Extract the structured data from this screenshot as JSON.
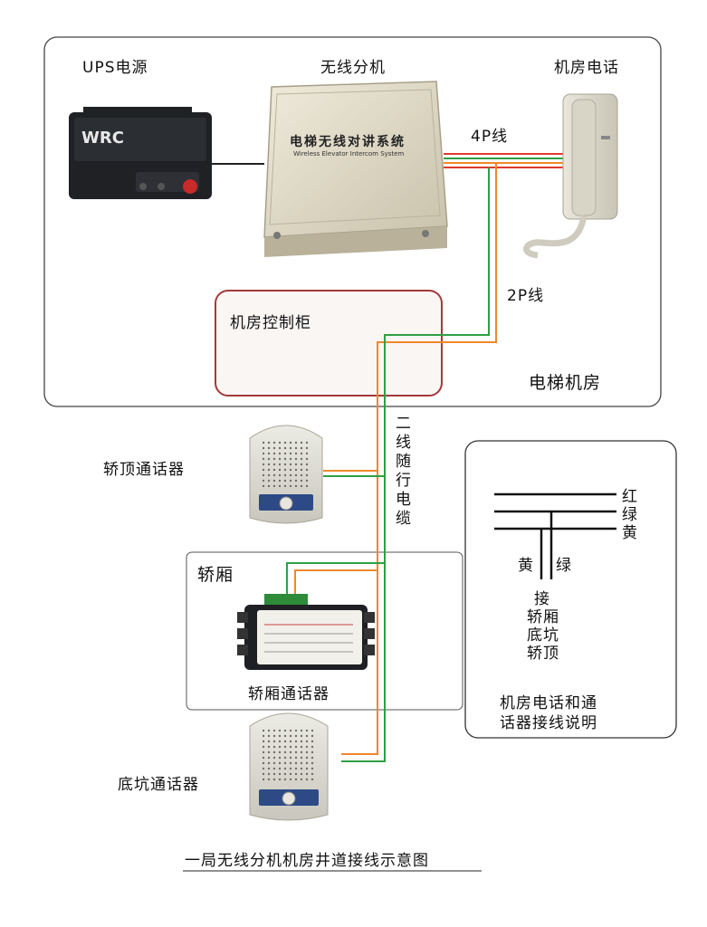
{
  "labels": {
    "ups": "UPS电源",
    "wireless_unit": "无线分机",
    "machine_room_phone": "机房电话",
    "line_4p": "4P线",
    "line_2p": "2P线",
    "control_cabinet": "机房控制柜",
    "elevator_machine_room": "电梯机房",
    "car_top_intercom": "轿顶通话器",
    "traveling_cable": "二线随行电缆",
    "car": "轿厢",
    "car_intercom": "轿厢通话器",
    "pit_intercom": "底坑通话器",
    "title": "一局无线分机机房井道接线示意图"
  },
  "device_text": {
    "ups_brand": "WRC",
    "unit_cn": "电梯无线对讲系统",
    "unit_en": "Wireless Elevator Intercom System"
  },
  "legend": {
    "red": "红",
    "green": "绿",
    "yellow": "黄",
    "tap_yellow": "黄",
    "tap_green": "绿",
    "connect_lines": [
      "接",
      "轿厢",
      "底坑",
      "轿顶"
    ],
    "caption_lines": [
      "机房电话和通",
      "话器接线说明"
    ]
  },
  "colors": {
    "wire_red": "#e0392f",
    "wire_green": "#2ea043",
    "wire_orange": "#f0882a",
    "cabinet_border": "#a33a3a"
  }
}
